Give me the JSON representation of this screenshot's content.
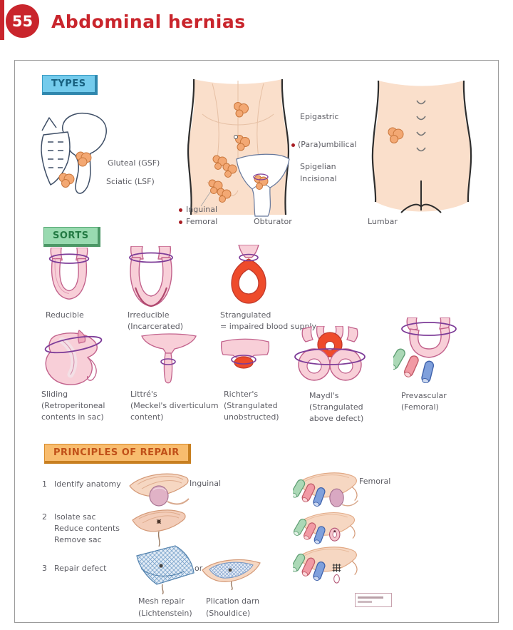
{
  "header": {
    "chapter_number": "55",
    "title": "Abdominal hernias"
  },
  "types": {
    "label": "TYPES",
    "gluteal": "Gluteal (GSF)",
    "sciatic": "Sciatic (LSF)",
    "epigastric": "Epigastric",
    "paraumbilical": "(Para)umbilical",
    "spigelian": "Spigelian",
    "incisional": "Incisional",
    "inguinal": "Inguinal",
    "femoral": "Femoral",
    "obturator": "Obturator",
    "lumbar": "Lumbar"
  },
  "sorts": {
    "label": "SORTS",
    "items": [
      {
        "name": "Reducible",
        "line2": "",
        "line3": ""
      },
      {
        "name": "Irreducible",
        "line2": "(Incarcerated)",
        "line3": ""
      },
      {
        "name": "Strangulated",
        "line2": "= impaired blood supply",
        "line3": ""
      },
      {
        "name": "Sliding",
        "line2": "(Retroperitoneal",
        "line3": "contents in sac)"
      },
      {
        "name": "Littré's",
        "line2": "(Meckel's diverticulum",
        "line3": "content)"
      },
      {
        "name": "Richter's",
        "line2": "(Strangulated",
        "line3": "unobstructed)"
      },
      {
        "name": "Maydl's",
        "line2": "(Strangulated",
        "line3": "above defect)"
      },
      {
        "name": "Prevascular",
        "line2": "(Femoral)",
        "line3": ""
      }
    ]
  },
  "repair": {
    "label": "PRINCIPLES OF REPAIR",
    "steps": [
      {
        "num": "1",
        "line1": "Identify anatomy",
        "line2": "",
        "line3": ""
      },
      {
        "num": "2",
        "line1": "Isolate sac",
        "line2": "Reduce contents",
        "line3": "Remove sac"
      },
      {
        "num": "3",
        "line1": "Repair defect",
        "line2": "",
        "line3": ""
      }
    ],
    "inguinal_label": "Inguinal",
    "femoral_label": "Femoral",
    "or_text": "or",
    "mesh_caption_1": "Mesh repair",
    "mesh_caption_2": "(Lichtenstein)",
    "darn_caption_1": "Plication darn",
    "darn_caption_2": "(Shouldice)"
  },
  "colors": {
    "accent_red": "#c9252c",
    "tag_blue": "#74cbec",
    "tag_green": "#99dab0",
    "tag_orange": "#f8bc6e",
    "skin": "#fadfcb",
    "bowel_pink": "#f8cfd8",
    "strangulated_red": "#ee4b2b",
    "constriction_purple": "#7d3c98",
    "hernia_orange": "#f3a873"
  }
}
